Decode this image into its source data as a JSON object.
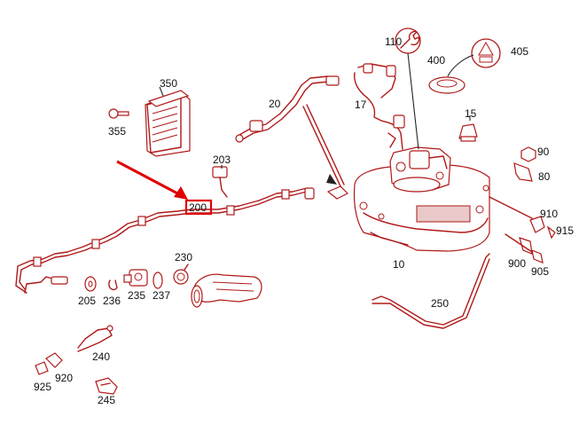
{
  "diagram": {
    "callouts": {
      "c10": "10",
      "c15": "15",
      "c17": "17",
      "c20": "20",
      "c80": "80",
      "c90": "90",
      "c110": "110",
      "c200": "200",
      "c203": "203",
      "c205": "205",
      "c230": "230",
      "c235": "235",
      "c236": "236",
      "c237": "237",
      "c240": "240",
      "c245": "245",
      "c250": "250",
      "c350": "350",
      "c355": "355",
      "c400": "400",
      "c405": "405",
      "c900": "900",
      "c905": "905",
      "c910": "910",
      "c915": "915",
      "c920": "920",
      "c925": "925"
    },
    "highlighted_part": "200",
    "colors": {
      "line_art": "#b01818",
      "highlight": "#e00000",
      "label_text": "#111111",
      "background": "#ffffff"
    },
    "icons": {
      "wrench_badge": "wrench-icon",
      "warning_badge": "fuel-warning-icon"
    }
  }
}
